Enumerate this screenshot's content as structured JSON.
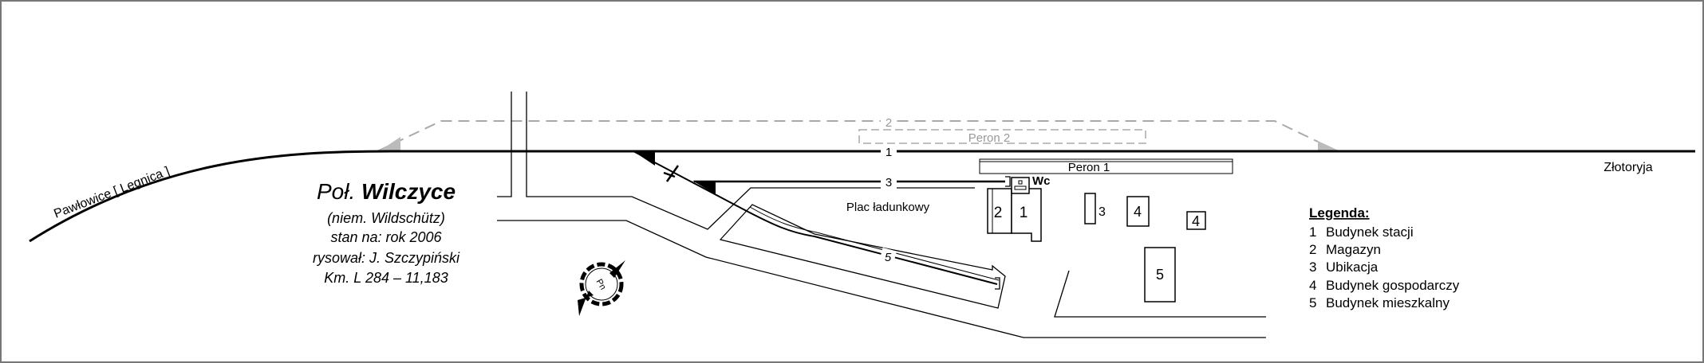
{
  "title": {
    "prefix": "Poł.",
    "name": "Wilczyce",
    "lines": [
      "(niem. Wildschütz)",
      "stan na: rok 2006",
      "rysował: J. Szczypiński",
      "Km. L 284 – 11,183"
    ]
  },
  "directions": {
    "left": "Pawłowice [ Legnica ]",
    "right": "Złotoryja"
  },
  "tracks": {
    "t1": "1",
    "t2": "2",
    "t3": "3",
    "t5": "5"
  },
  "platforms": {
    "p1": "Peron 1",
    "p2": "Peron 2"
  },
  "area_label": "Plac ładunkowy",
  "buildings": {
    "b1": "1",
    "b2": "2",
    "b3": "3",
    "b4a": "4",
    "b4b": "4",
    "b5": "5",
    "wc": "Wc"
  },
  "compass_label": "Pn",
  "legend": {
    "title": "Legenda:",
    "items": [
      {
        "num": "1",
        "label": "Budynek stacji"
      },
      {
        "num": "2",
        "label": "Magazyn"
      },
      {
        "num": "3",
        "label": "Ubikacja"
      },
      {
        "num": "4",
        "label": "Budynek gospodarczy"
      },
      {
        "num": "5",
        "label": "Budynek mieszkalny"
      }
    ]
  },
  "colors": {
    "track": "#000000",
    "dashed_track": "#aaaaaa",
    "frame": "#777777"
  }
}
